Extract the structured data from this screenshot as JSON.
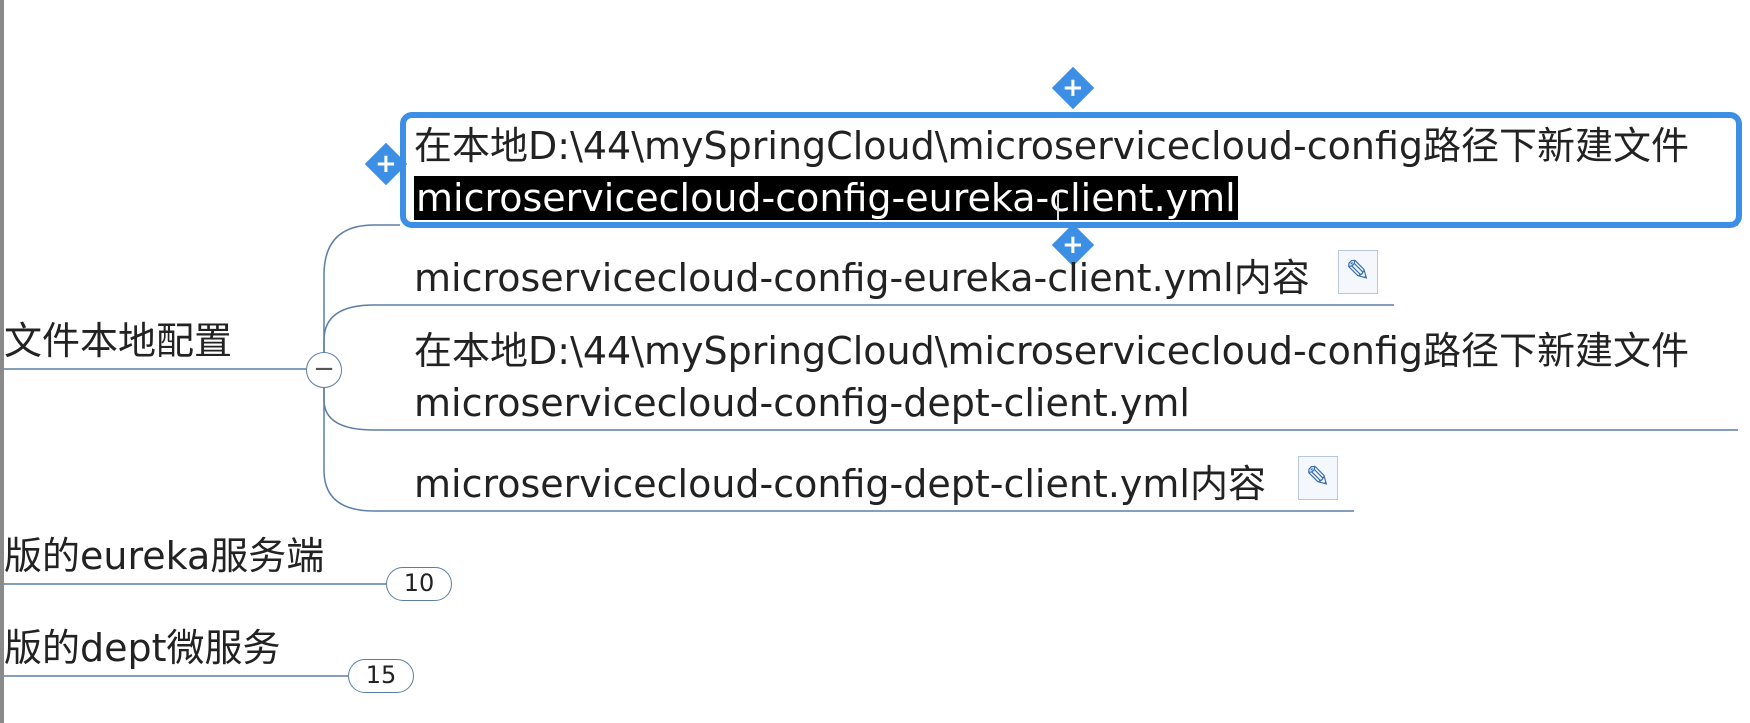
{
  "parent_topics": [
    {
      "label": "文件本地配置"
    },
    {
      "label": "版的eureka服务端",
      "badge": "10"
    },
    {
      "label": "版的dept微服务",
      "badge": "15"
    }
  ],
  "child_topics": [
    {
      "line1": "在本地D:\\44\\mySpringCloud\\microservicecloud-config路径下新建文件",
      "line2": "microservicecloud-config-eureka-client.yml",
      "selected": true
    },
    {
      "line1": "microservicecloud-config-eureka-client.yml内容",
      "has_note": true
    },
    {
      "line1": "在本地D:\\44\\mySpringCloud\\microservicecloud-config路径下新建文件",
      "line2": "microservicecloud-config-dept-client.yml"
    },
    {
      "line1": "microservicecloud-config-dept-client.yml内容",
      "has_note": true
    }
  ],
  "icons": {
    "add": "plus-icon",
    "note": "note-icon",
    "collapse": "collapse-minus-icon"
  },
  "glyphs": {
    "add": "+",
    "note": "✎",
    "collapse": "−"
  },
  "colors": {
    "selection_border": "#3d8fe6",
    "connector": "#5b7ea8",
    "highlight_bg": "#000000"
  }
}
